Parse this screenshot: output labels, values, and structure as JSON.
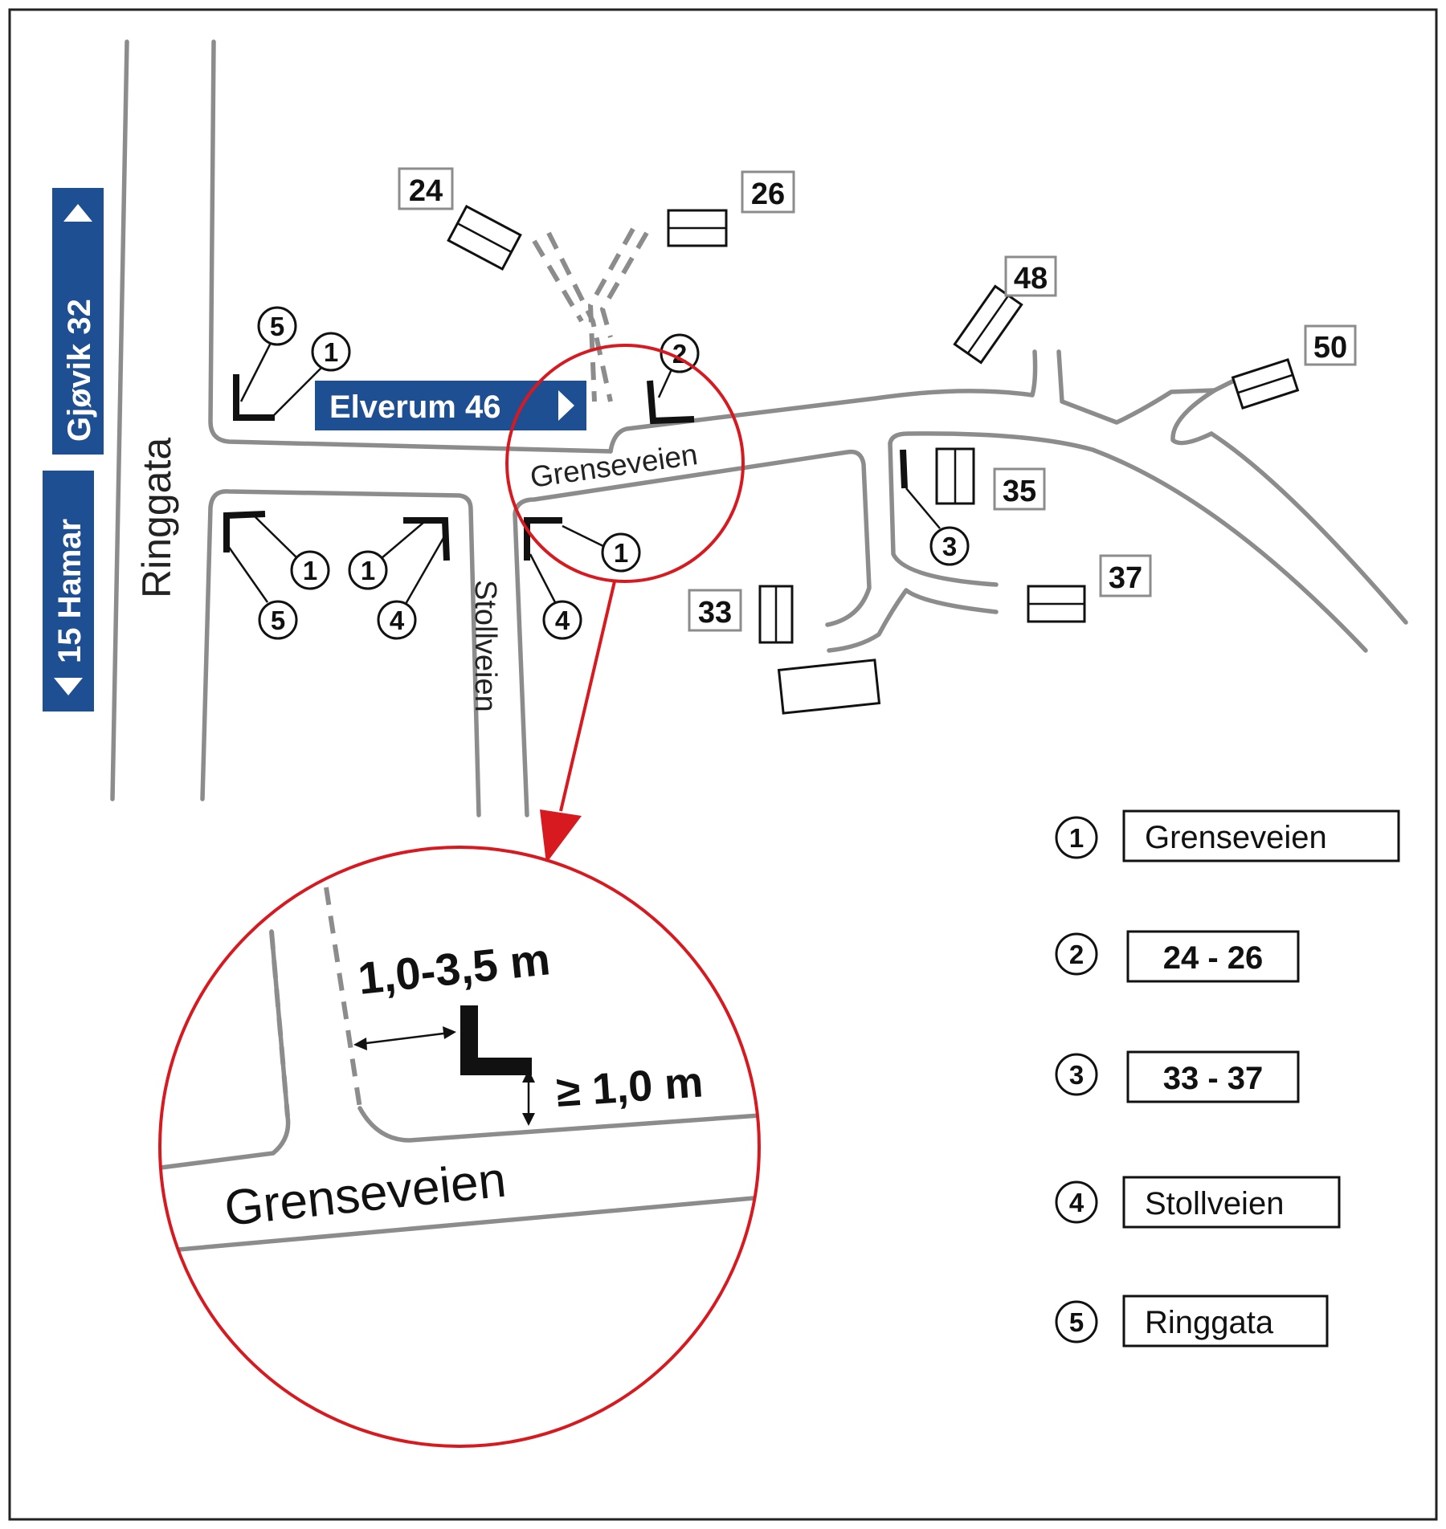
{
  "signs": {
    "elverum": "Elverum 46",
    "gjovik": "Gjøvik 32",
    "hamar": "15 Hamar"
  },
  "roads": {
    "ringgata": "Ringgata",
    "grenseveien": "Grenseveien",
    "stollveien": "Stollveien"
  },
  "house_numbers": [
    "24",
    "26",
    "48",
    "50",
    "35",
    "37",
    "33"
  ],
  "sign_markers": [
    "5",
    "1",
    "2",
    "1",
    "5",
    "1",
    "4",
    "1",
    "4",
    "3"
  ],
  "detail": {
    "distance_label": "1,0-3,5 m",
    "clearance_label": "≥ 1,0 m",
    "road_label": "Grenseveien"
  },
  "legend": [
    {
      "number": "1",
      "label": "Grenseveien"
    },
    {
      "number": "2",
      "label": "24 - 26"
    },
    {
      "number": "3",
      "label": "33 - 37"
    },
    {
      "number": "4",
      "label": "Stollveien"
    },
    {
      "number": "5",
      "label": "Ringgata"
    }
  ],
  "colors": {
    "road": "#8c8c8c",
    "sign_blue": "#1f4f93",
    "highlight_red": "#d71920",
    "ink": "#111111"
  }
}
